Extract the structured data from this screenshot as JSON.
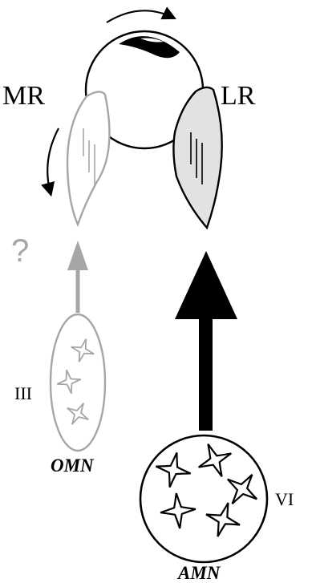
{
  "labels": {
    "mr": "MR",
    "lr": "LR",
    "question": "?",
    "nucleus_iii": "III",
    "omn": "OMN",
    "nucleus_vi": "VI",
    "amn": "AMN"
  },
  "colors": {
    "black": "#000000",
    "gray": "#a6a6a6",
    "lr_fill": "#e2e2e2",
    "white": "#ffffff"
  },
  "icons": {
    "eye": "eyeball-icon",
    "rotation": "curved-arrow-icon",
    "motoneuron": "star-neuron-icon"
  }
}
